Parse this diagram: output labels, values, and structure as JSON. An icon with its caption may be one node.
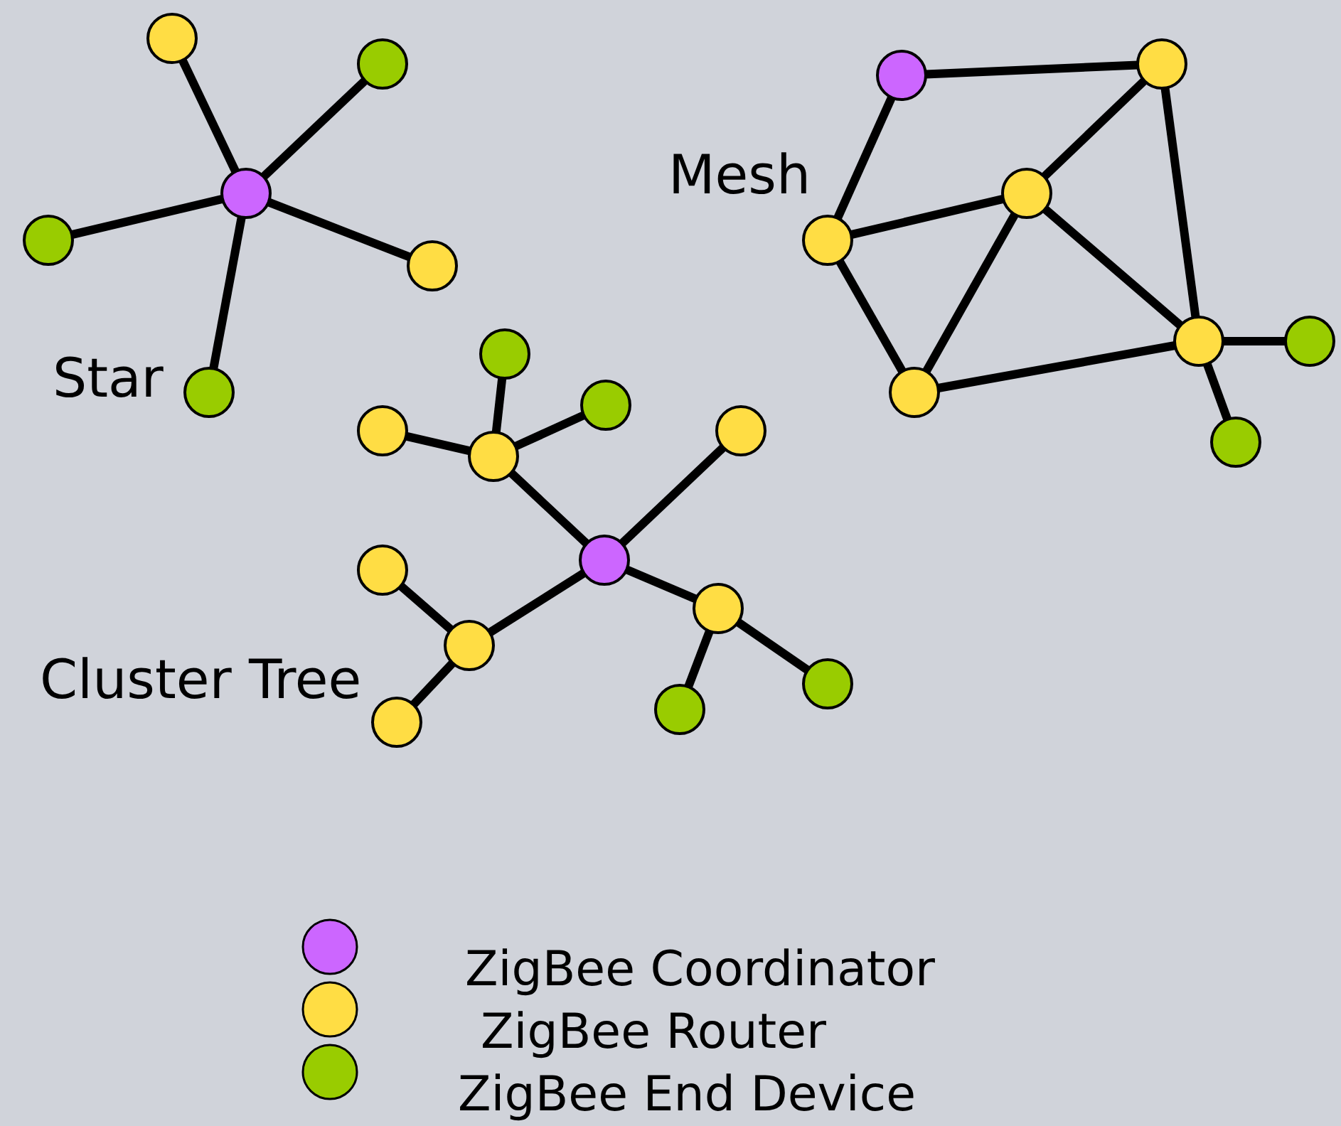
{
  "diagram": {
    "nodes": [
      {
        "text": [],
        "shape": "circle"
      },
      {
        "text": [],
        "shape": "circle"
      },
      {
        "text": [],
        "shape": "circle"
      },
      {
        "text": [],
        "shape": "circle"
      },
      {
        "text": [],
        "shape": "circle"
      },
      {
        "text": [],
        "shape": "circle"
      },
      {
        "text": [],
        "shape": "circle"
      },
      {
        "text": [],
        "shape": "circle"
      },
      {
        "text": [],
        "shape": "circle"
      },
      {
        "text": [],
        "shape": "circle"
      },
      {
        "text": [],
        "shape": "circle"
      },
      {
        "text": [],
        "shape": "circle"
      },
      {
        "text": [],
        "shape": "circle"
      },
      {
        "text": [],
        "shape": "circle"
      },
      {
        "text": [],
        "shape": "circle"
      },
      {
        "text": [],
        "shape": "circle"
      },
      {
        "text": [],
        "shape": "circle"
      },
      {
        "text": [],
        "shape": "circle"
      },
      {
        "text": [],
        "shape": "circle"
      },
      {
        "text": [],
        "shape": "circle"
      },
      {
        "text": [],
        "shape": "circle"
      },
      {
        "text": [],
        "shape": "circle"
      },
      {
        "text": [],
        "shape": "circle"
      },
      {
        "text": [],
        "shape": "circle"
      },
      {
        "text": [],
        "shape": "circle"
      },
      {
        "text": [],
        "shape": "circle"
      }
    ],
    "edges": [
      {
        "from": 0,
        "to": 1,
        "arrow": "none"
      },
      {
        "from": 0,
        "to": 2,
        "arrow": "none"
      },
      {
        "from": 0,
        "to": 3,
        "arrow": "none"
      },
      {
        "from": 0,
        "to": 4,
        "arrow": "none"
      },
      {
        "from": 0,
        "to": 5,
        "arrow": "none"
      },
      {
        "from": 6,
        "to": 7,
        "arrow": "none"
      },
      {
        "from": 6,
        "to": 9,
        "arrow": "none"
      },
      {
        "from": 7,
        "to": 8,
        "arrow": "none"
      },
      {
        "from": 7,
        "to": 10,
        "arrow": "none"
      },
      {
        "from": 8,
        "to": 9,
        "arrow": "none"
      },
      {
        "from": 8,
        "to": 12,
        "arrow": "none"
      },
      {
        "from": 8,
        "to": 10,
        "arrow": "none"
      },
      {
        "from": 9,
        "to": 12,
        "arrow": "none"
      },
      {
        "from": 12,
        "to": 10,
        "arrow": "none"
      },
      {
        "from": 10,
        "to": 11,
        "arrow": "none"
      },
      {
        "from": 10,
        "to": 13,
        "arrow": "none"
      },
      {
        "from": 14,
        "to": 15,
        "arrow": "none"
      },
      {
        "from": 15,
        "to": 16,
        "arrow": "none"
      },
      {
        "from": 15,
        "to": 17,
        "arrow": "none"
      },
      {
        "from": 15,
        "to": 18,
        "arrow": "none"
      },
      {
        "from": 14,
        "to": 19,
        "arrow": "none"
      },
      {
        "from": 14,
        "to": 21,
        "arrow": "none"
      },
      {
        "from": 21,
        "to": 20,
        "arrow": "none"
      },
      {
        "from": 21,
        "to": 22,
        "arrow": "none"
      },
      {
        "from": 14,
        "to": 23,
        "arrow": "none"
      },
      {
        "from": 23,
        "to": 24,
        "arrow": "none"
      },
      {
        "from": 23,
        "to": 25,
        "arrow": "none"
      }
    ],
    "labels": [
      "Mesh",
      "Star",
      "Cluster Tree"
    ],
    "legend": [
      {
        "text": "ZigBee Coordinator",
        "color": "#cc66ff"
      },
      {
        "text": "ZigBee Router",
        "color": "#ffdd44"
      },
      {
        "text": "ZigBee End Device",
        "color": "#99cc00"
      }
    ]
  }
}
